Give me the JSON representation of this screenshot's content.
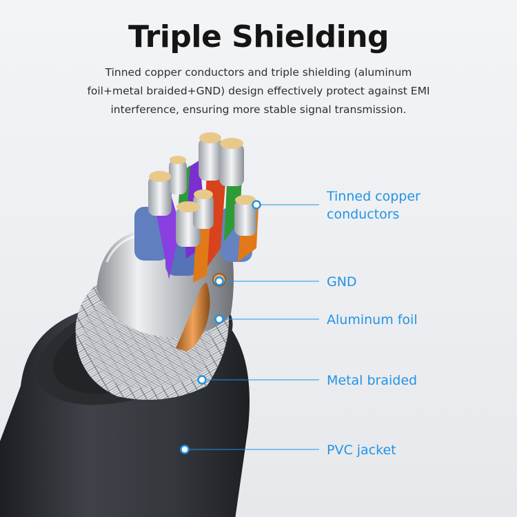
{
  "header": {
    "title": "Triple Shielding",
    "description": "Tinned copper conductors and triple shielding (aluminum foil+metal braided+GND) design effectively protect against EMI interference, ensuring more stable signal transmission."
  },
  "callouts": [
    {
      "id": "tinned-copper",
      "lines": [
        "Tinned copper",
        "conductors"
      ]
    },
    {
      "id": "gnd",
      "lines": [
        "GND"
      ]
    },
    {
      "id": "aluminum-foil",
      "lines": [
        "Aluminum foil"
      ]
    },
    {
      "id": "metal-braided",
      "lines": [
        "Metal braided"
      ]
    },
    {
      "id": "pvc-jacket",
      "lines": [
        "PVC jacket"
      ]
    }
  ],
  "colors": {
    "accent": "#2293e6",
    "title": "#151515",
    "text": "#2e2e2e",
    "jacket": "#3a3d42",
    "wire_purple": "#7a2fd0",
    "wire_green": "#2f9a3a",
    "wire_orange": "#e07a18",
    "wire_red": "#d8421c",
    "wire_sleeve": "#5a78b8"
  }
}
